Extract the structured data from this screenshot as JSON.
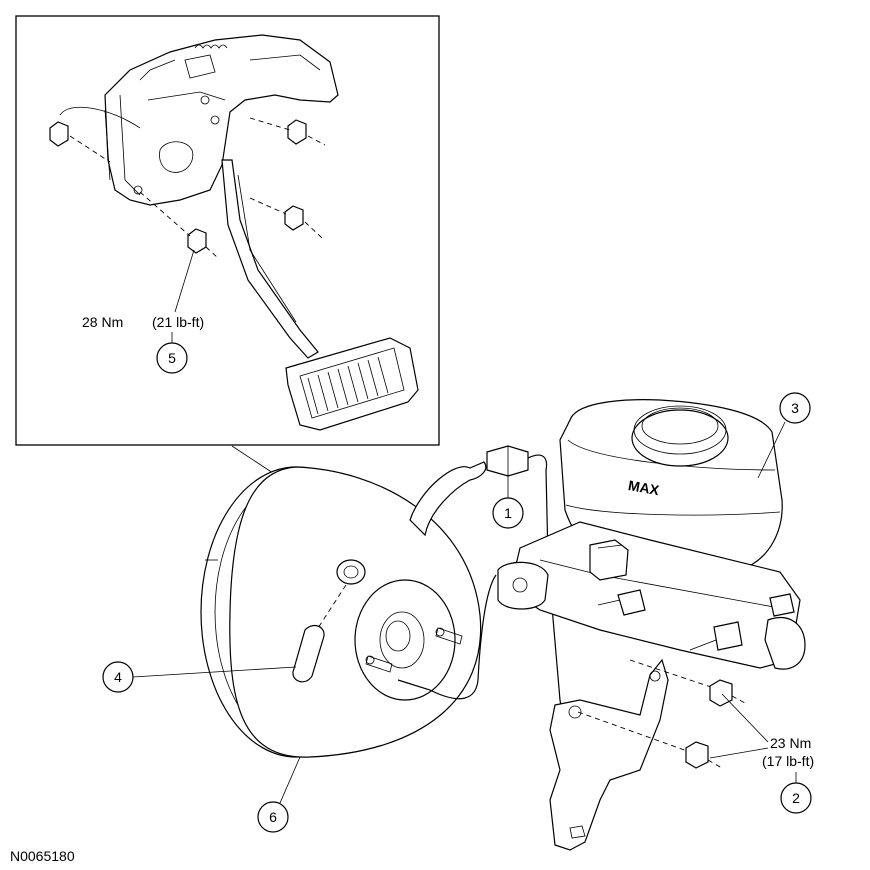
{
  "figure_id": "N0065180",
  "callouts": {
    "c1": "1",
    "c2": "2",
    "c3": "3",
    "c4": "4",
    "c5": "5",
    "c6": "6"
  },
  "torque_specs": {
    "pedal_nuts_nm": "28 Nm",
    "pedal_nuts_lbft": "(21 lb-ft)",
    "master_cyl_nuts_nm": "23 Nm",
    "master_cyl_nuts_lbft": "(17 lb-ft)"
  },
  "reservoir_marking": "MAX"
}
